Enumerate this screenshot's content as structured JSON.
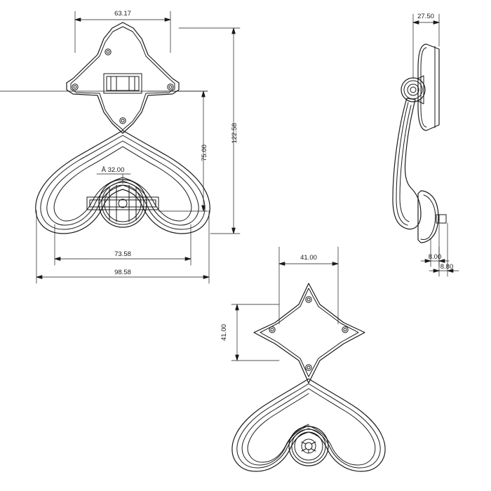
{
  "drawing": {
    "title": "door-knocker-technical-drawing",
    "line_color": "#1a1a1a",
    "background_color": "#ffffff",
    "views": [
      {
        "name": "front-view",
        "label": ""
      },
      {
        "name": "side-view",
        "label": ""
      },
      {
        "name": "variant-front-view",
        "label": ""
      }
    ],
    "dimensions": {
      "front_top_width": "63.17",
      "front_overall_height": "122.58",
      "front_inner_height": "75.00",
      "front_ring_diameter": "Å 32.00",
      "front_mid_width": "73.58",
      "front_overall_width": "98.58",
      "side_top_width": "27.50",
      "side_lower_depth": "8.00",
      "side_foot_depth": "8.80",
      "variant_width": "41.00",
      "variant_height": "41.00"
    }
  }
}
